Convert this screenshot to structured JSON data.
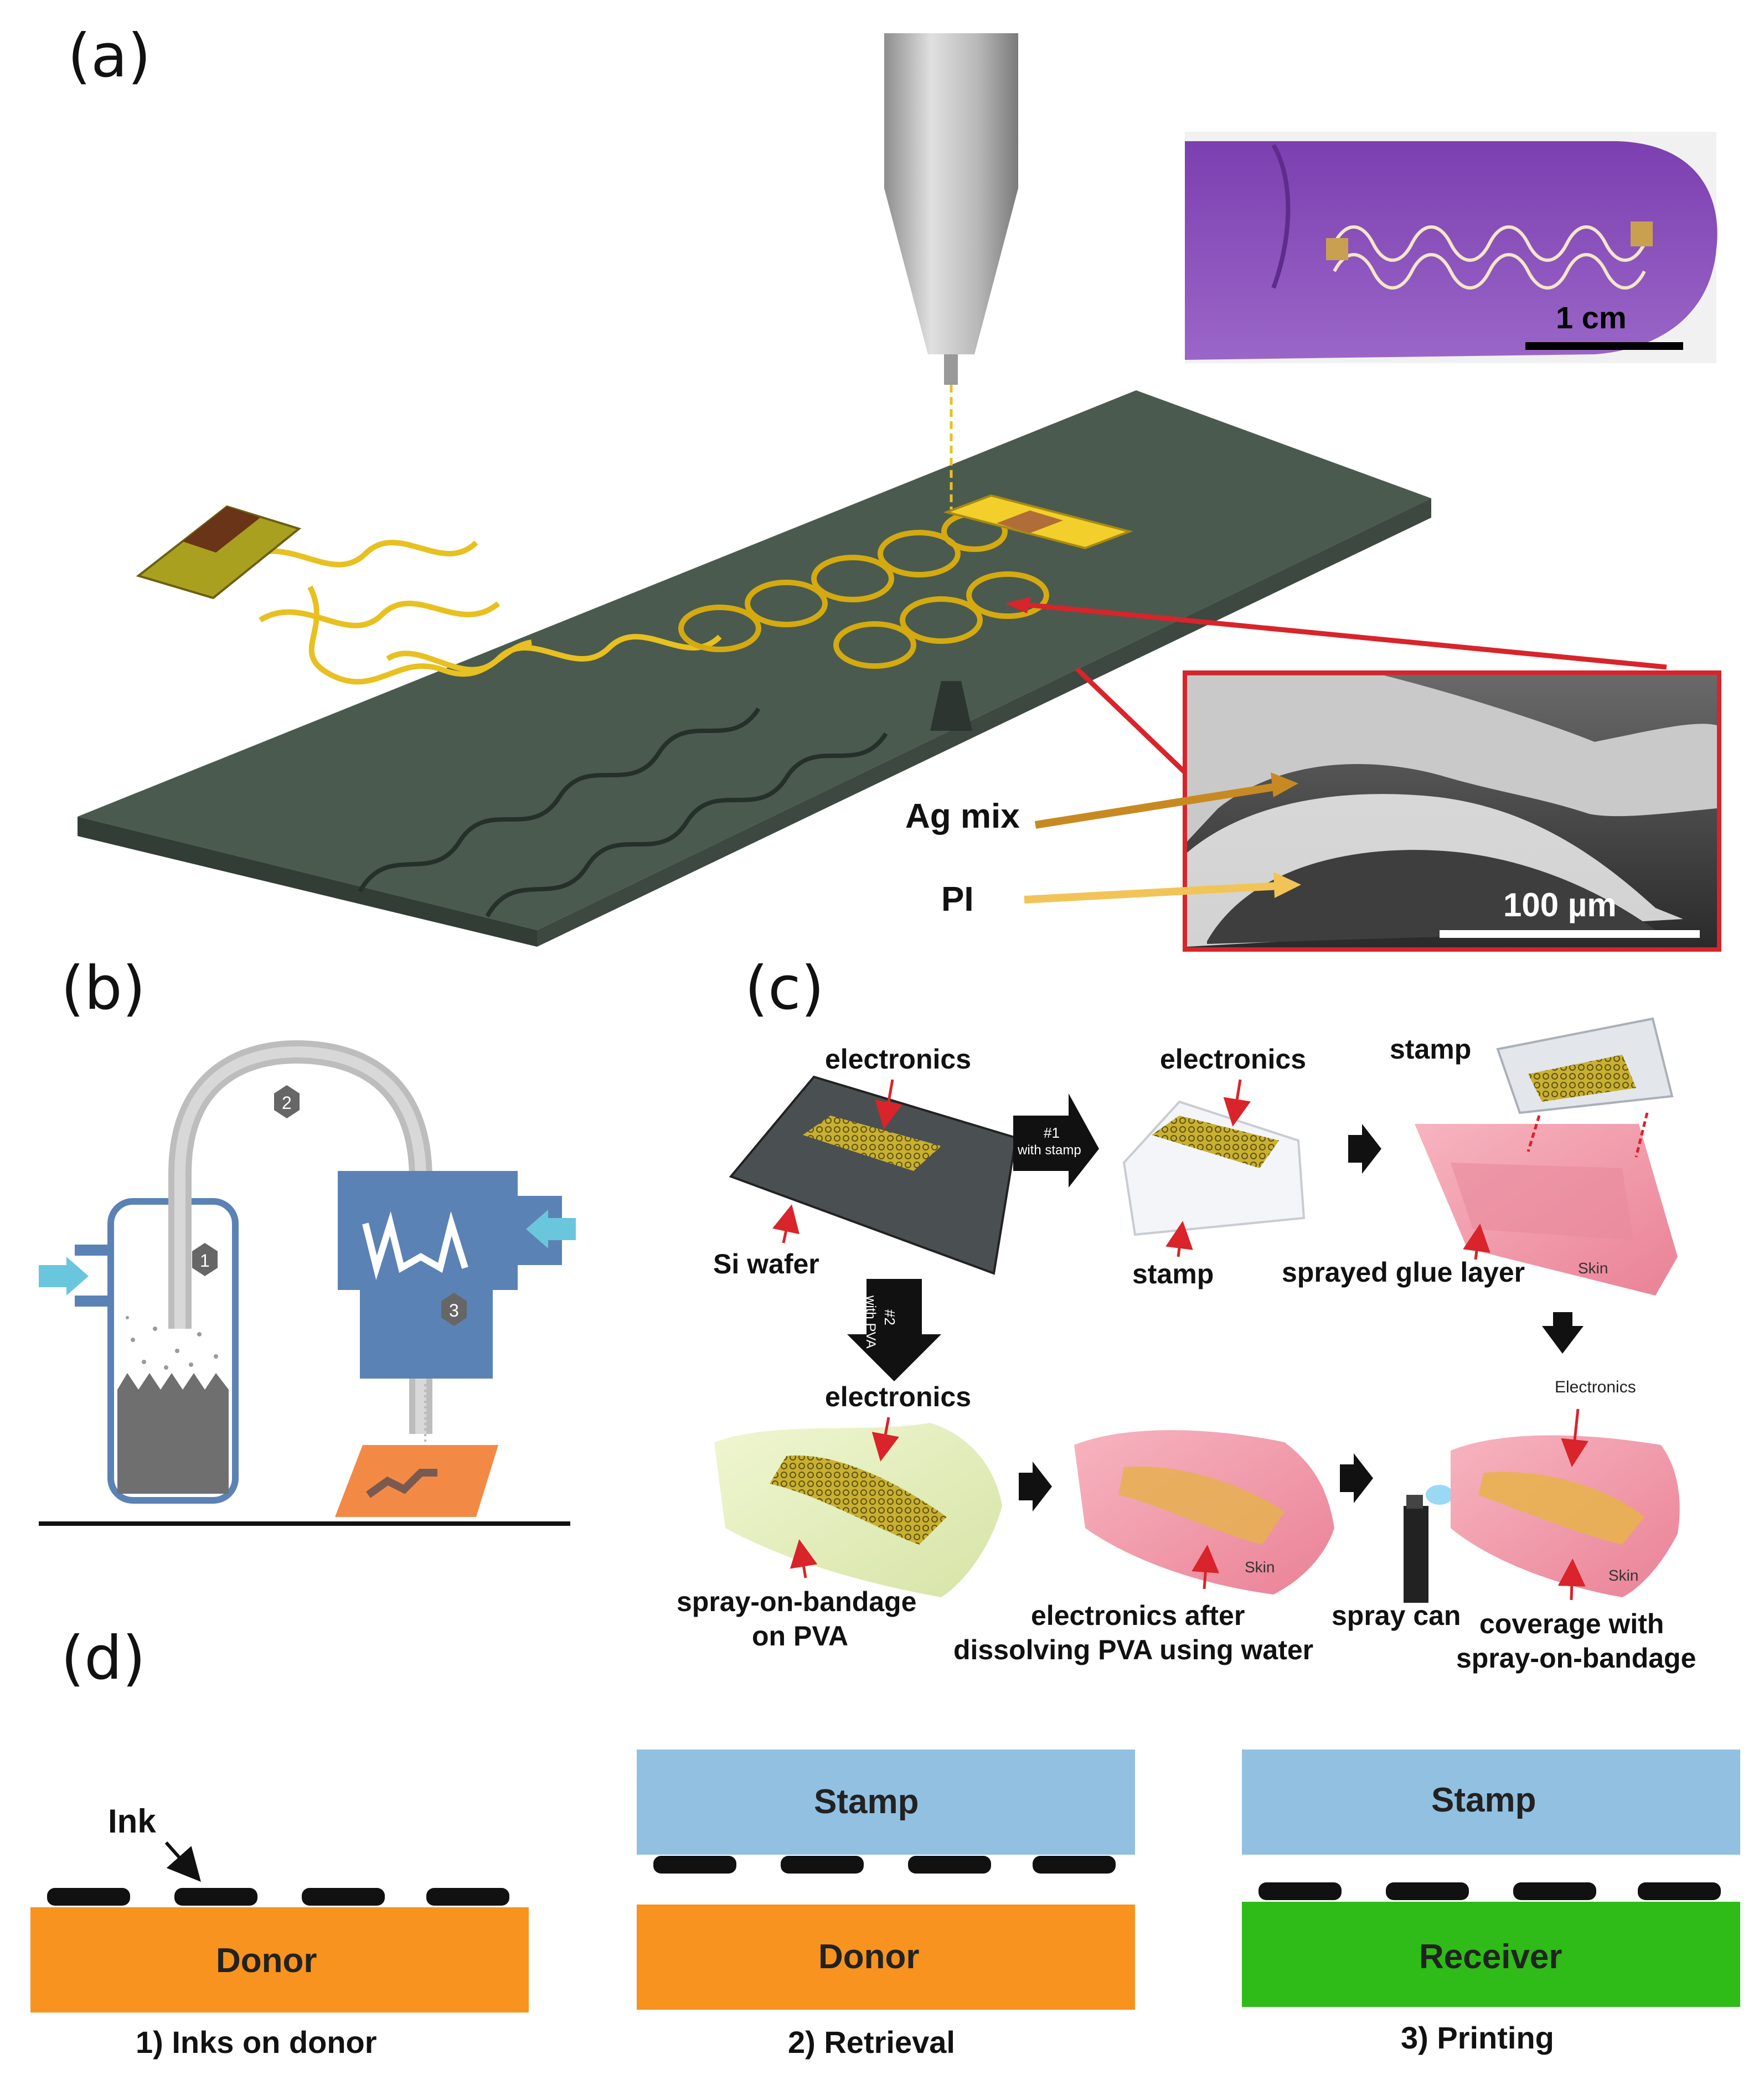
{
  "panels": {
    "a": {
      "label": "(a)",
      "inset_scale": "1 cm",
      "sem_scale": "100 µm",
      "ag_label": "Ag mix",
      "pi_label": "PI"
    },
    "b": {
      "label": "(b)",
      "steps": [
        "1",
        "2",
        "3"
      ]
    },
    "c": {
      "label": "(c)",
      "electronics_1": "electronics",
      "si_wafer": "Si wafer",
      "arrow1_text": [
        "#1",
        "with stamp"
      ],
      "electronics_2": "electronics",
      "stamp_1": "stamp",
      "stamp_2": "stamp",
      "sprayed_glue": "sprayed glue layer",
      "skin_1": "Skin",
      "arrow2_text": [
        "#2",
        "with PVA"
      ],
      "electronics_3": "electronics",
      "bandage_pva": [
        "spray-on-bandage",
        "on PVA"
      ],
      "electronics_after": [
        "electronics after",
        "dissolving PVA using water"
      ],
      "skin_2": "Skin",
      "electronics_cap": "Electronics",
      "spray_can": "spray can",
      "coverage": [
        "coverage with",
        "spray-on-bandage"
      ],
      "skin_3": "Skin"
    },
    "d": {
      "label": "(d)",
      "ink": "Ink",
      "donor_1": "Donor",
      "caption_1": "1) Inks on donor",
      "stamp_a": "Stamp",
      "donor_2": "Donor",
      "caption_2": "2) Retrieval",
      "stamp_b": "Stamp",
      "receiver": "Receiver",
      "caption_3": "3) Printing"
    }
  },
  "colors": {
    "substrate": "#4b5a4f",
    "gold_trace": "#e8c020",
    "donor": "#f7931e",
    "stamp": "#92c0e0",
    "receiver": "#2fbb18",
    "ink": "#111111",
    "red_arrow": "#d8242a",
    "glove": "#8a4fb8",
    "skin": "#f2a0ae",
    "device_blue": "#5b82b5"
  }
}
